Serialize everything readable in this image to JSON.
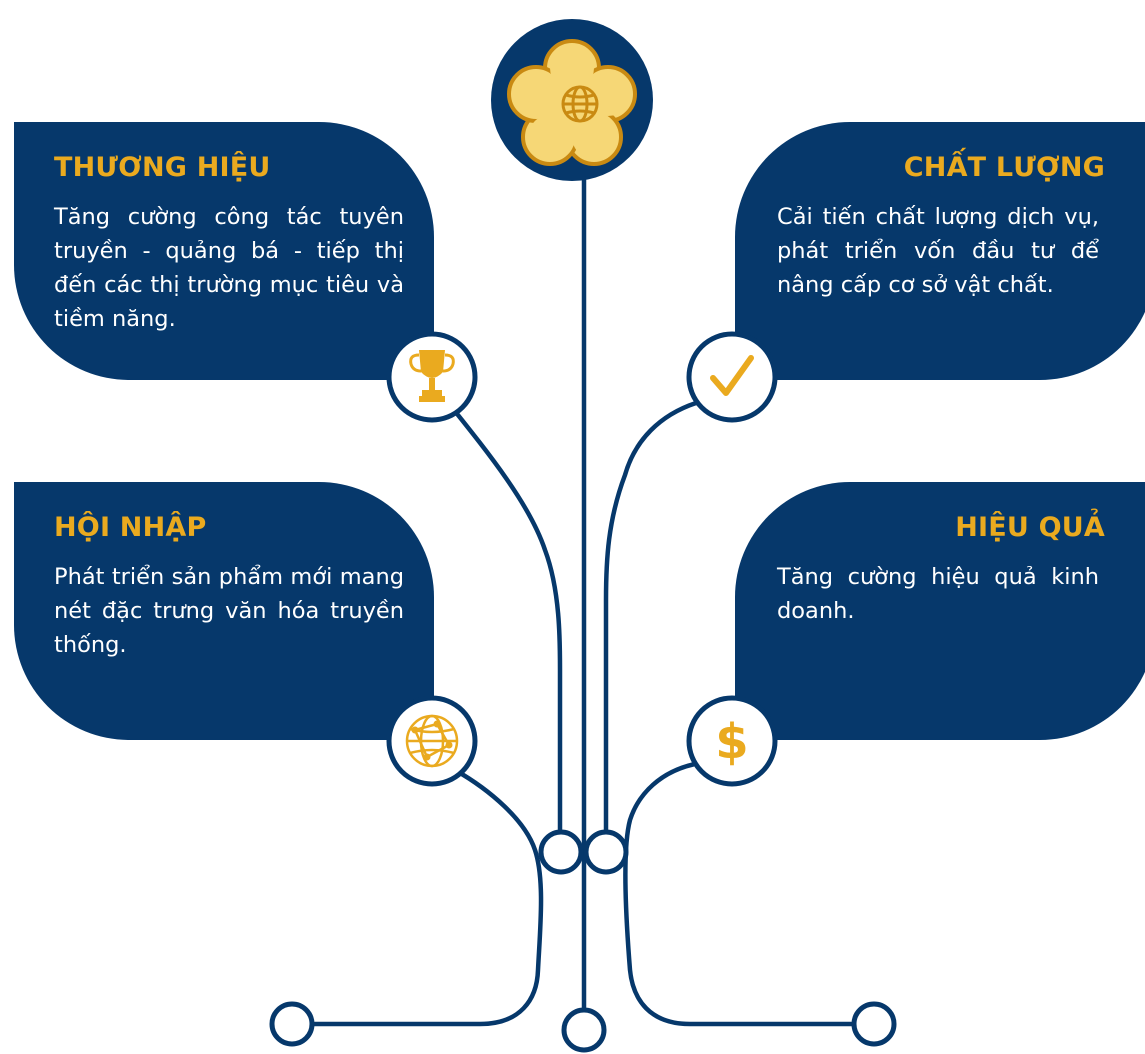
{
  "colors": {
    "navy": "#06386b",
    "gold": "#eaaa1f",
    "gold_light": "#f6d776",
    "white": "#ffffff"
  },
  "logo": {
    "icon": "golden-apricot-blossom-globe-icon"
  },
  "cards": [
    {
      "id": "thuong-hieu",
      "title": "THƯƠNG HIỆU",
      "text": "Tăng cường công tác tuyên truyền - quảng bá - tiếp thị đến các thị trường mục tiêu và tiềm năng.",
      "icon": "trophy-icon"
    },
    {
      "id": "chat-luong",
      "title": "CHẤT LƯỢNG",
      "text": "Cải tiến chất lượng dịch vụ, phát triển vốn đầu tư để nâng cấp cơ sở vật chất.",
      "icon": "checkmark-icon"
    },
    {
      "id": "hoi-nhap",
      "title": "HỘI NHẬP",
      "text": "Phát triển sản phẩm mới mang nét đặc trưng văn hóa truyền thống.",
      "icon": "globe-network-icon"
    },
    {
      "id": "hieu-qua",
      "title": "HIỆU QUẢ",
      "text": "Tăng cường hiệu quả kinh doanh.",
      "icon": "dollar-icon"
    }
  ]
}
